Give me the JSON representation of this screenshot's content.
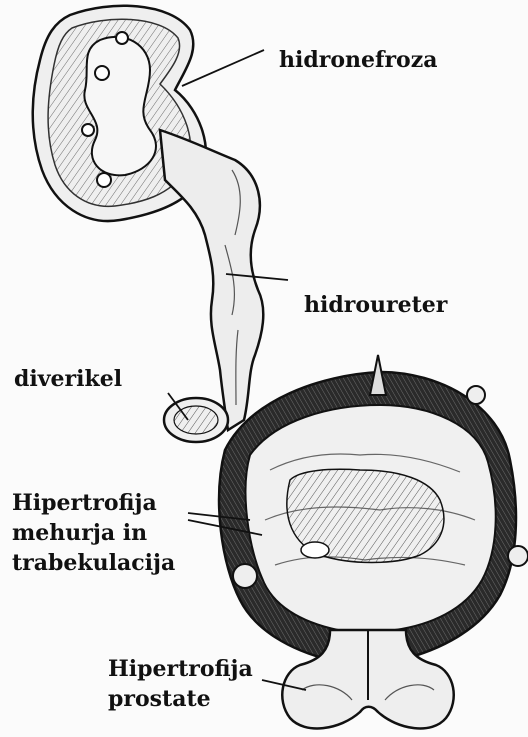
{
  "labels": {
    "hidronefroza": "hidronefroza",
    "hidroureter": "hidroureter",
    "diverikel": "diverikel",
    "hipertrofija_mehurja": {
      "line1": "Hipertrofija",
      "line2": "mehurja in",
      "line3": "trabekulacija"
    },
    "hipertrofija_prostate": {
      "line1": "Hipertrofija",
      "line2": "prostate"
    }
  },
  "colors": {
    "ink": "#111111",
    "tissue": "#ececec",
    "dark_wall": "#3a3a3a",
    "background": "#fbfbfb"
  }
}
